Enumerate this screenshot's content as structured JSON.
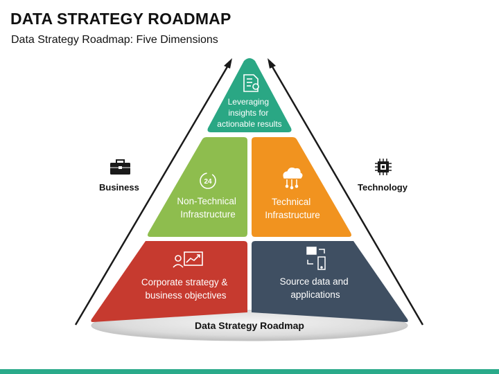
{
  "header": {
    "title": "DATA STRATEGY ROADMAP",
    "subtitle": "Data Strategy Roadmap: Five Dimensions"
  },
  "pyramid": {
    "top": {
      "line1": "Leveraging",
      "line2": "insights for",
      "line3": "actionable results",
      "color": "#2aa784",
      "icon": "certificate-document-icon"
    },
    "middle_left": {
      "line1": "Non-Technical",
      "line2": "Infrastructure",
      "color": "#8ebd4e",
      "icon": "24-hours-icon"
    },
    "middle_right": {
      "line1": "Technical",
      "line2": "Infrastructure",
      "color": "#f1931f",
      "icon": "cloud-network-icon"
    },
    "bottom_left": {
      "line1": "Corporate strategy &",
      "line2": "business objectives",
      "color": "#c63a2f",
      "icon": "presenter-growth-chart-icon"
    },
    "bottom_right": {
      "line1": "Source data and",
      "line2": "applications",
      "color": "#3f4f62",
      "icon": "device-sync-icon"
    },
    "base_label": "Data Strategy Roadmap"
  },
  "sides": {
    "left_label": "Business",
    "left_icon": "briefcase-icon",
    "right_label": "Technology",
    "right_icon": "chip-icon"
  },
  "colors": {
    "accent_bar": "#2aaa8a",
    "arrow": "#1a1a1a"
  }
}
